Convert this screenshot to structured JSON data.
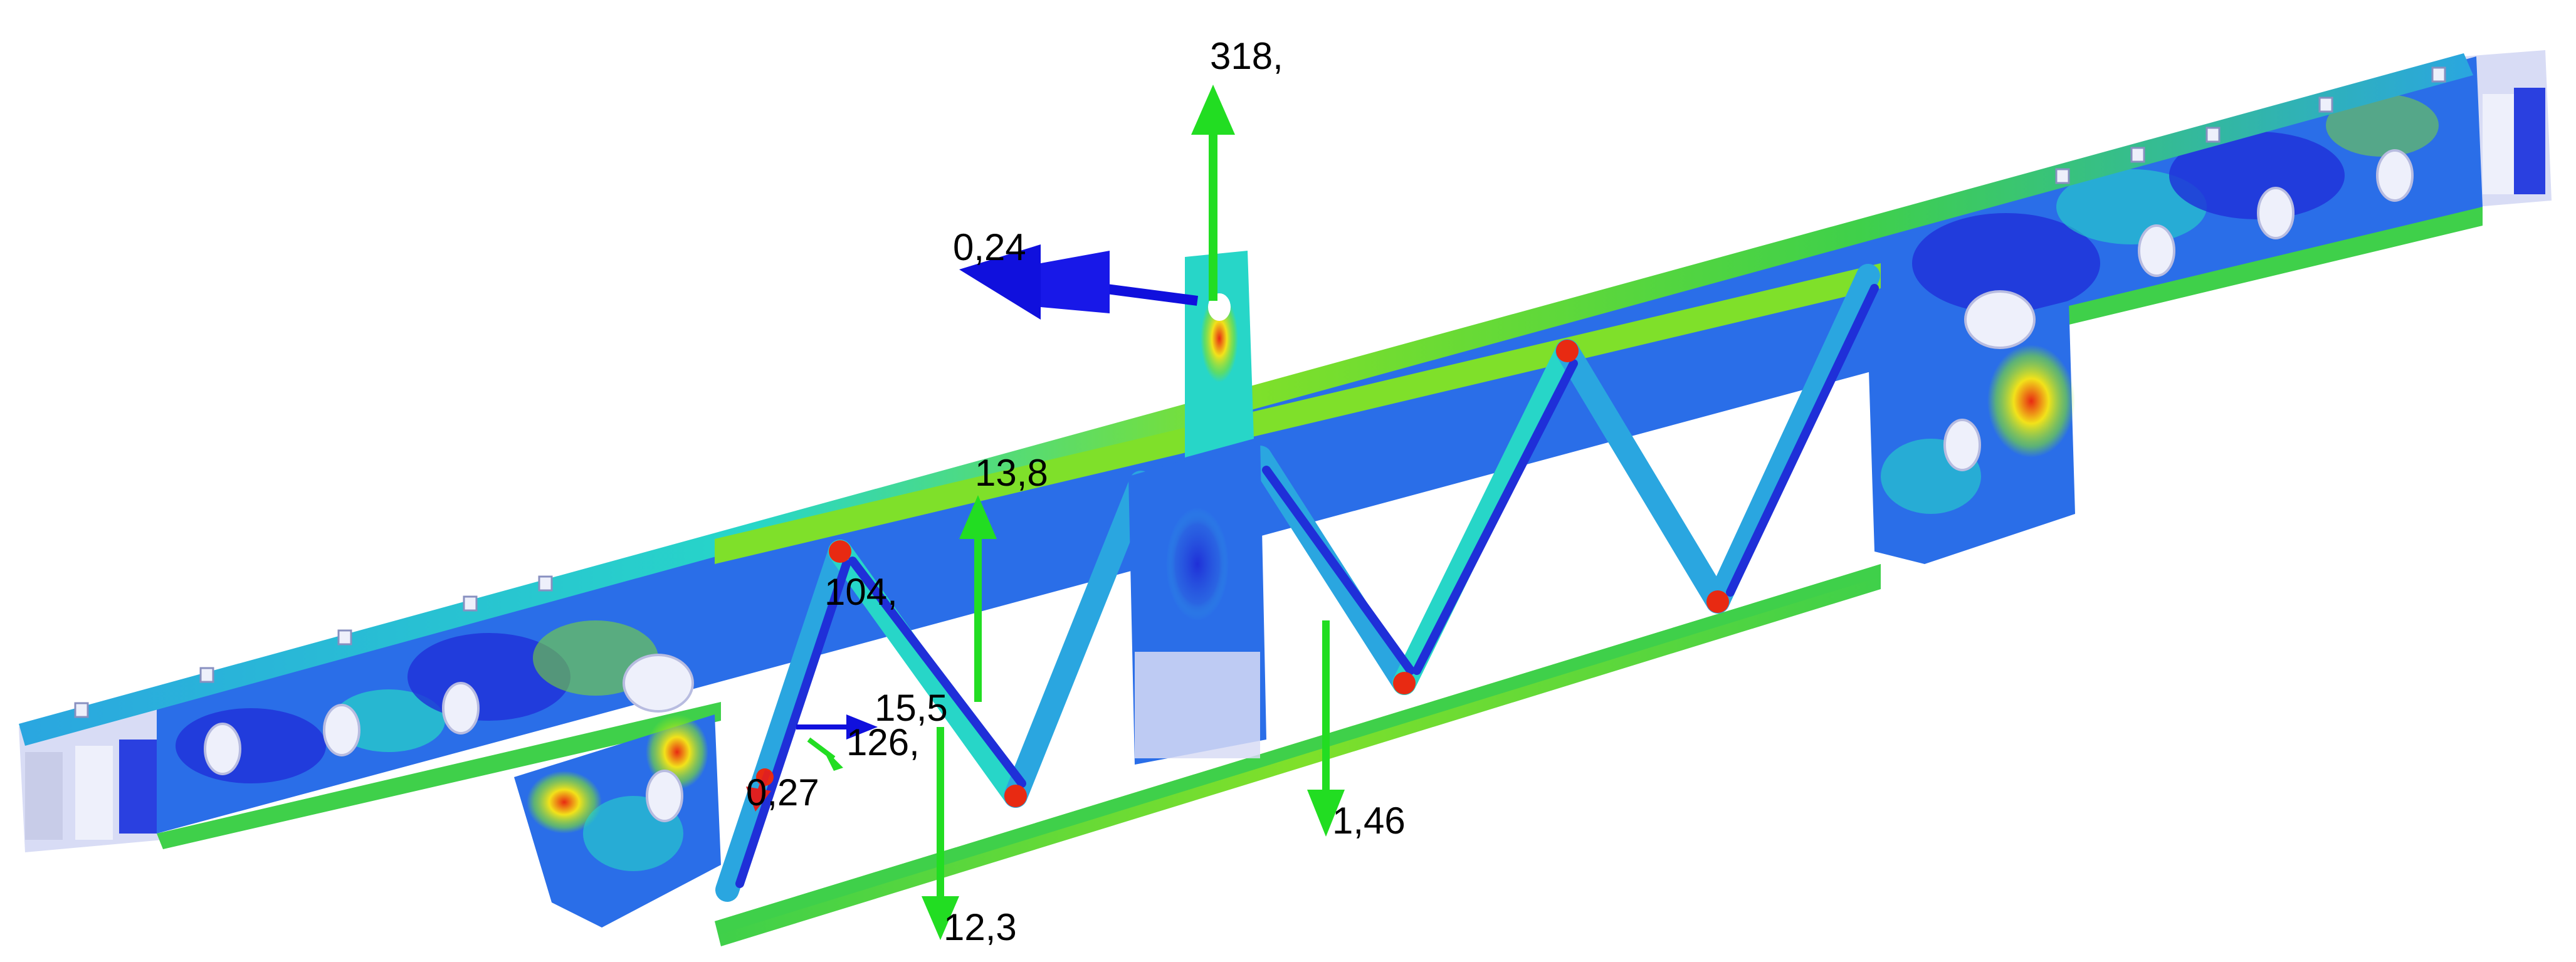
{
  "colors": {
    "background": "#ffffff",
    "stress_low": "#1f2fd8",
    "stress_low_mid": "#2aa6e0",
    "stress_mid": "#27d6c8",
    "stress_high_mid": "#7fe02a",
    "stress_high": "#f2e21a",
    "stress_peak": "#e82a12",
    "unstressed": "#d8dcf5",
    "force_arrow_vertical": "#22dd22",
    "force_arrow_lateral": "#1010dd",
    "force_arrow_axial": "#e02020"
  },
  "labels": {
    "top_force": "318,",
    "lateral_force": "0,24",
    "force_138": "13,8",
    "force_104": "104,",
    "force_155": "15,5",
    "force_126": "126,",
    "force_027": "0,27",
    "force_146": "1,46",
    "force_123": "12,3"
  }
}
